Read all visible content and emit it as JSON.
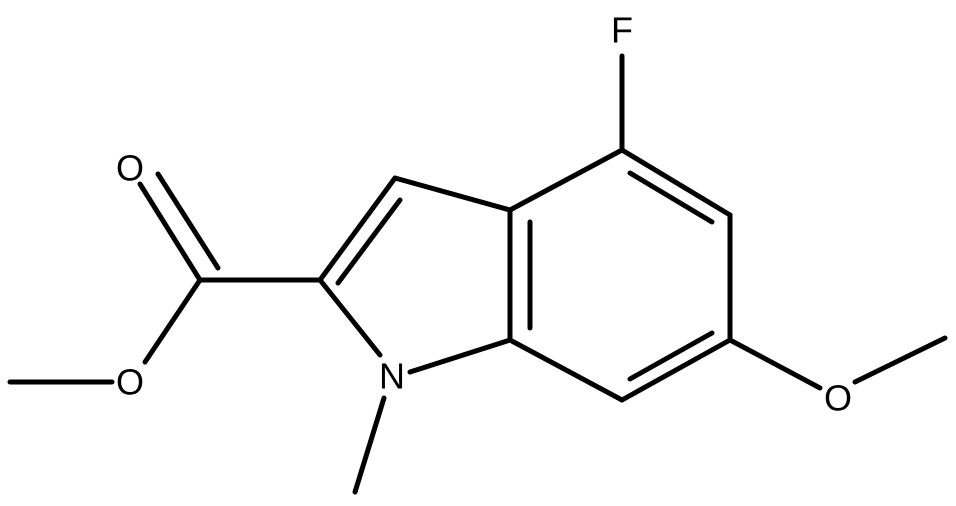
{
  "molecule": {
    "atoms": {
      "fluorine": "F",
      "carbonyl_oxygen": "O",
      "ester_oxygen": "O",
      "methoxy_oxygen": "O",
      "ring_nitrogen": "N"
    },
    "colors": {
      "bond": "#000000",
      "text": "#000000",
      "background": "#ffffff"
    }
  }
}
